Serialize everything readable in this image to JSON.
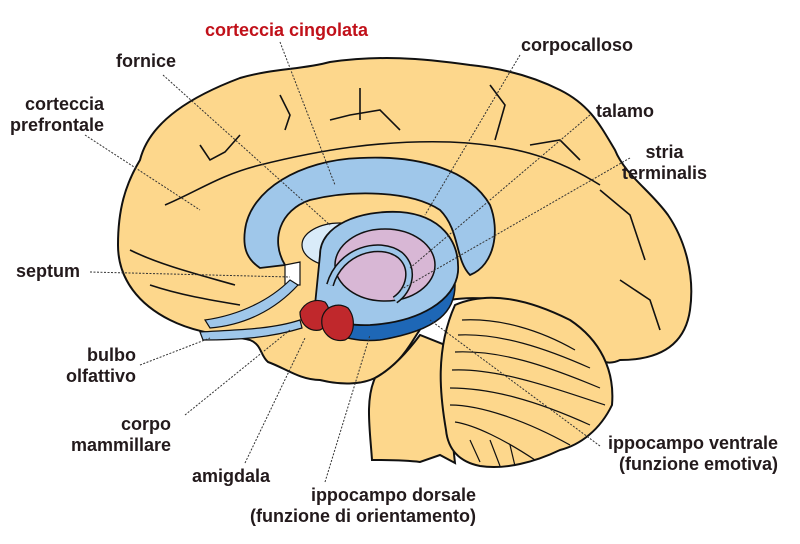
{
  "diagram": {
    "description": "Sagittal section of the human brain showing limbic system structures",
    "colors": {
      "cortex": "#fdd78c",
      "ventricle_blue": "#9fc7ea",
      "light_blue": "#d9ebf9",
      "thalamus": "#d8b7d5",
      "amygdala": "#c0282c",
      "hippocampus_dark": "#1e67b6",
      "outline": "#111111",
      "highlight_label": "#c1111a",
      "label": "#231a1c"
    },
    "labels": {
      "corteccia_cingolata": "corteccia cingolata",
      "fornice": "fornice",
      "corpocalloso": "corpocalloso",
      "corteccia_prefrontale": "corteccia\nprefrontale",
      "talamo": "talamo",
      "stria_terminalis": "stria\nterminalis",
      "septum": "septum",
      "bulbo_olfattivo": "bulbo\nolfattivo",
      "corpo_mammillare": "corpo\nmammillare",
      "amigdala": "amigdala",
      "ippocampo_dorsale": "ippocampo dorsale\n(funzione di orientamento)",
      "ippocampo_ventrale": "ippocampo ventrale\n(funzione emotiva)"
    },
    "highlighted": "corteccia cingolata"
  }
}
